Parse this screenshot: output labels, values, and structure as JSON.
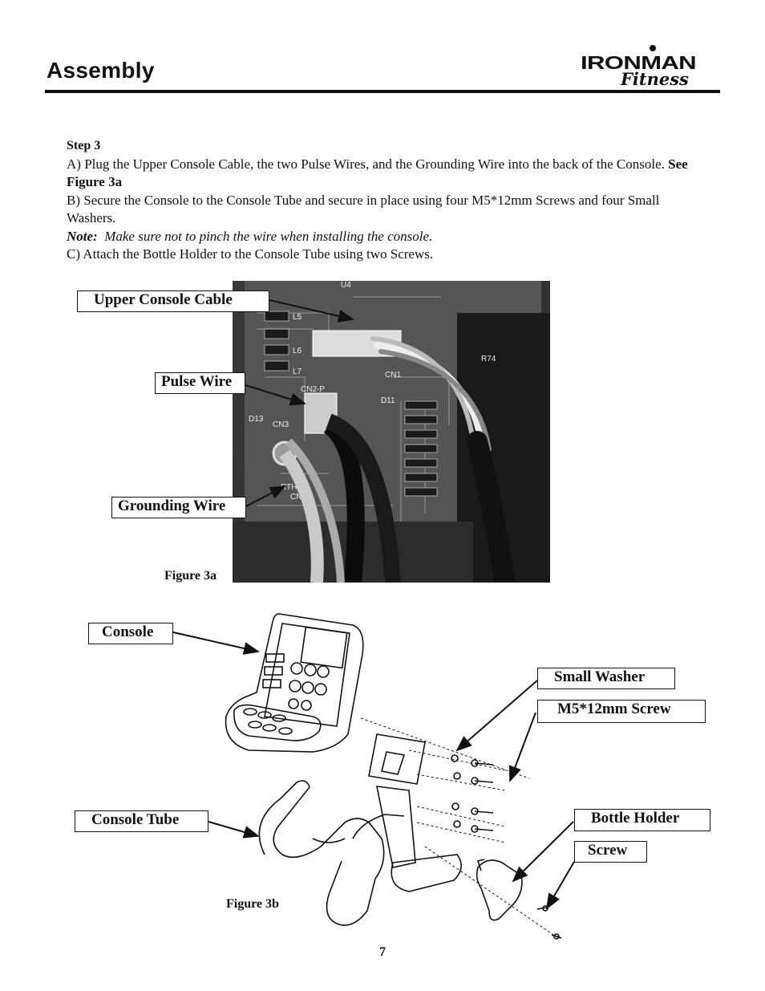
{
  "header": {
    "title": "Assembly",
    "logo_text_top": "IRONMAN",
    "logo_text_bottom": "Fitness"
  },
  "instructions": {
    "step": "Step 3",
    "a_text": "A)  Plug the Upper Console Cable, the two Pulse Wires, and the Grounding Wire into the back of the Console.",
    "a_ref": "See Figure 3a",
    "b_text": "B)  Secure the Console to the Console Tube and secure in place using four M5*12mm Screws and four Small Washers.",
    "note_label": "Note:",
    "note_text": "Make sure not to pinch the wire when installing the console.",
    "c_text": "C)  Attach the Bottle Holder to the Console Tube using two Screws."
  },
  "figure_3a": {
    "caption": "Figure 3a",
    "labels": {
      "upper_console_cable": "Upper Console Cable",
      "pulse_wire": "Pulse Wire",
      "grounding_wire": "Grounding Wire"
    },
    "board_markings": [
      "U4",
      "L5",
      "L6",
      "L7",
      "CN1",
      "CN2-P",
      "CN3",
      "D11",
      "D13",
      "R74",
      "RTH",
      "CN2"
    ]
  },
  "figure_3b": {
    "caption": "Figure 3b",
    "labels": {
      "console": "Console",
      "small_washer": "Small Washer",
      "screw_m5": "M5*12mm Screw",
      "console_tube": "Console Tube",
      "bottle_holder": "Bottle Holder",
      "screw": "Screw"
    }
  },
  "footer": {
    "page_number": "7"
  }
}
